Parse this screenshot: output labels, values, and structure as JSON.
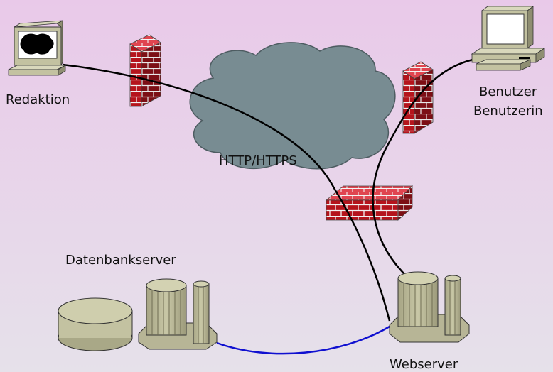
{
  "labels": {
    "redaktion": "Redaktion",
    "benutzer_line1": "Benutzer",
    "benutzer_line2": "Benutzerin",
    "cloud": "HTTP/HTTPS",
    "datenbankserver": "Datenbankserver",
    "webserver": "Webserver"
  },
  "colors": {
    "background_top": "#e9c9e9",
    "background_bottom": "#e6e0ea",
    "cloud_fill": "#788c92",
    "firewall_red": "#b01b22",
    "server_khaki": "#c3c2a1",
    "connection_line": "#000000",
    "database_link": "#1010d0"
  },
  "icons": [
    "computer-icon",
    "firewall-icon",
    "cloud-icon",
    "server-icon",
    "database-icon"
  ]
}
